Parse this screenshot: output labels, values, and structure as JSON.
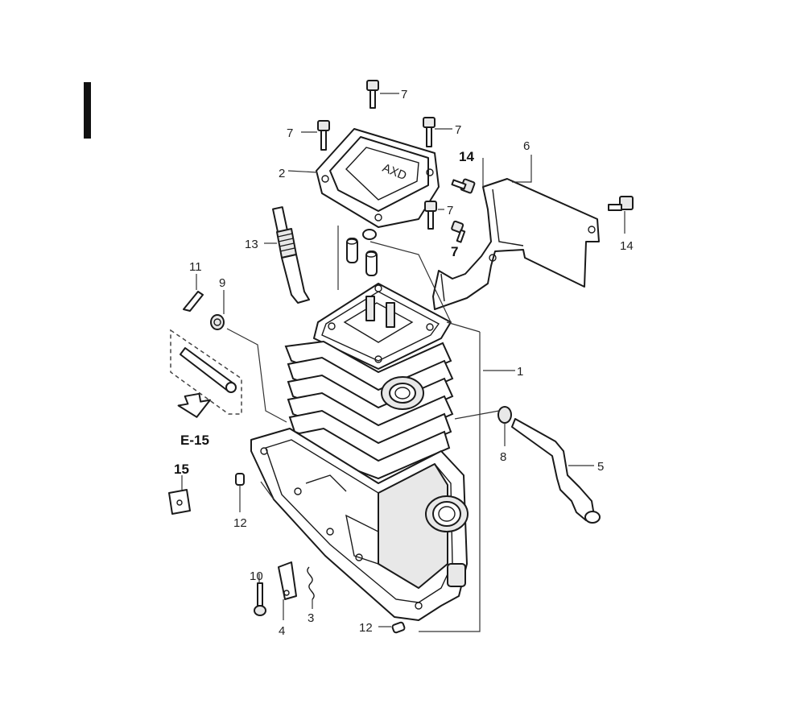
{
  "header": {
    "bar_color": "#111111"
  },
  "labels": {
    "l1": "1",
    "l2": "2",
    "l3": "3",
    "l4": "4",
    "l5": "5",
    "l6": "6",
    "l7a": "7",
    "l7b": "7",
    "l7c": "7",
    "l7d": "7",
    "l7e": "7",
    "l8": "8",
    "l9": "9",
    "l10": "10",
    "l11": "11",
    "l12a": "12",
    "l12b": "12",
    "l13": "13",
    "l14a": "14",
    "l14b": "14",
    "l15": "15"
  },
  "reference": {
    "text": "E-15"
  },
  "cover_mark": {
    "text": "AXD"
  }
}
